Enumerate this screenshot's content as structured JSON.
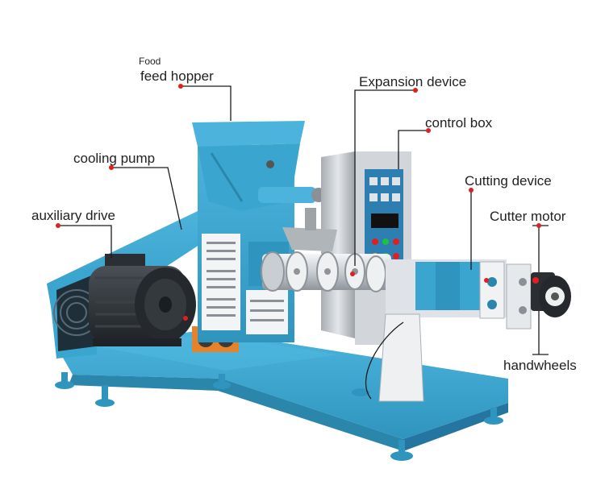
{
  "labels": {
    "food": "Food",
    "feed_hopper": "feed hopper",
    "cooling_pump": "cooling pump",
    "auxiliary_drive": "auxiliary drive",
    "expansion_device": "Expansion device",
    "control_box": "control box",
    "cutting_device": "Cutting device",
    "cutter_motor": "Cutter motor",
    "handwheels": "handwheels"
  },
  "colors": {
    "machine_blue": "#3aa6cf",
    "machine_blue_dark": "#2a86ab",
    "steel": "#c8ccd0",
    "motor_black": "#2b2f33",
    "pointer_dot": "#e02020",
    "label_text": "#222222"
  }
}
